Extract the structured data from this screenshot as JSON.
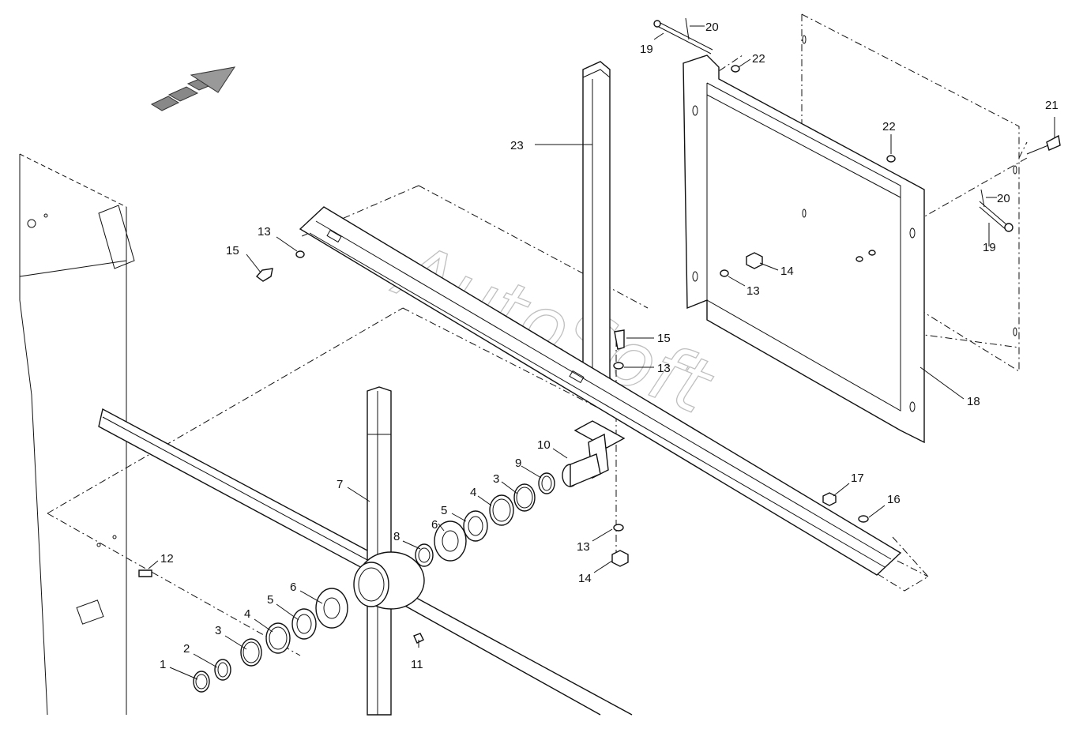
{
  "watermark": "AutoSoft",
  "callouts": {
    "c1": "1",
    "c2": "2",
    "c3a": "3",
    "c3b": "3",
    "c4a": "4",
    "c4b": "4",
    "c5a": "5",
    "c5b": "5",
    "c6a": "6",
    "c6b": "6",
    "c7": "7",
    "c8": "8",
    "c9": "9",
    "c10": "10",
    "c11": "11",
    "c12": "12",
    "c13a": "13",
    "c13b": "13",
    "c13c": "13",
    "c13d": "13",
    "c14a": "14",
    "c14b": "14",
    "c15a": "15",
    "c15b": "15",
    "c16": "16",
    "c17": "17",
    "c18": "18",
    "c19a": "19",
    "c19b": "19",
    "c20a": "20",
    "c20b": "20",
    "c21": "21",
    "c22a": "22",
    "c22b": "22",
    "c23": "23"
  }
}
